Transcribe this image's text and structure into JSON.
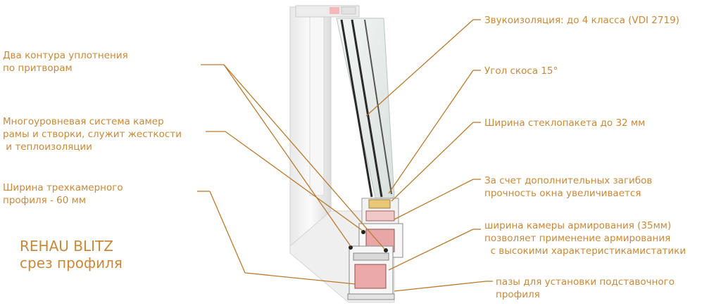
{
  "callouts": {
    "left": [
      {
        "id": "seals",
        "text": "Два контура уплотнения\nпо притворам"
      },
      {
        "id": "chambers",
        "text": "Многоуровневая система камер\nрамы и створки, служит жесткости\n и теплоизоляции"
      },
      {
        "id": "width",
        "text": "Ширина трехкамерного\nпрофиля - 60 мм"
      }
    ],
    "right": [
      {
        "id": "sound",
        "text": "Звукоизоляция: до 4 класса (VDI 2719)"
      },
      {
        "id": "bevel",
        "text": "Угол скоса 15°"
      },
      {
        "id": "glass",
        "text": "Ширина стеклопакета до 32 мм"
      },
      {
        "id": "bends",
        "text": "За счет дополнительных загибов\nпрочность окна увеличивается"
      },
      {
        "id": "reinforce",
        "text": "ширина камеры армирования (35мм)\nпозволяет применение армирования\n  с высокими характеристикамистатики"
      },
      {
        "id": "grooves",
        "text": "пазы для установки подставочного\nпрофиля"
      }
    ]
  },
  "brand": {
    "line1": "REHAU BLITZ",
    "line2": "срез профиля"
  },
  "colors": {
    "accent": "#c8883a",
    "leader": "#b87a2e",
    "frame": "#f4f4f4",
    "glass": "#e6ebea",
    "seal": "#222222"
  }
}
